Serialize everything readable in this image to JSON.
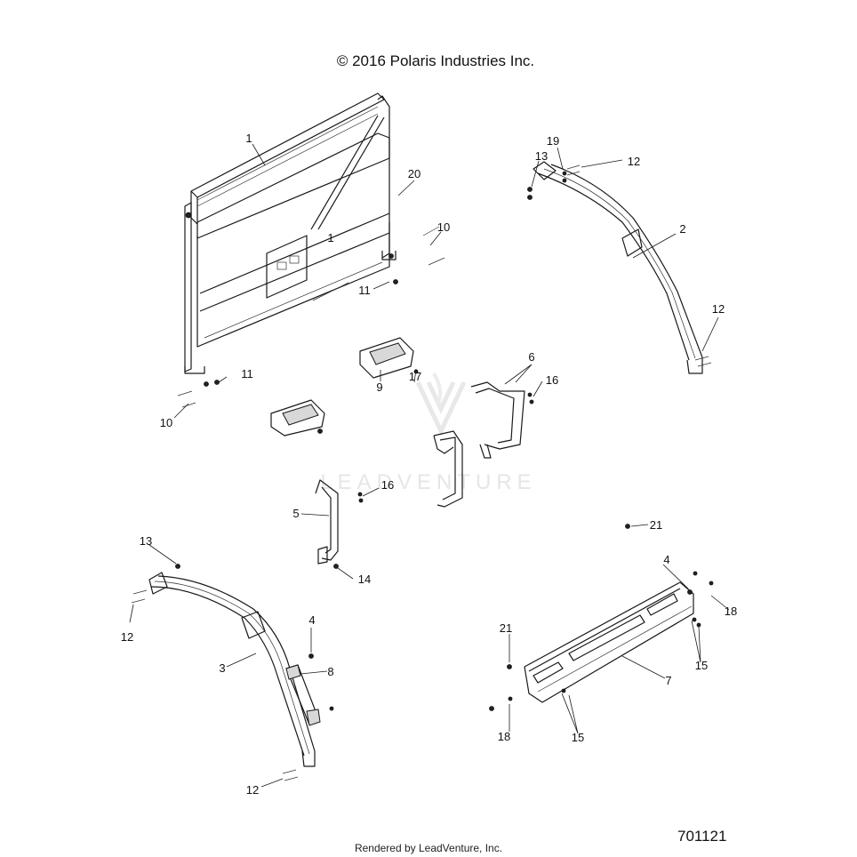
{
  "header": {
    "copyright": "© 2016 Polaris Industries Inc."
  },
  "footer": {
    "rendered_by": "Rendered by LeadVenture, Inc.",
    "diagram_id": "701121"
  },
  "watermark": {
    "text": "LEADVENTURE"
  },
  "callouts": {
    "c1a": "1",
    "c1b": "1",
    "c2": "2",
    "c3": "3",
    "c4a": "4",
    "c4b": "4",
    "c5": "5",
    "c6": "6",
    "c7": "7",
    "c8": "8",
    "c9": "9",
    "c10a": "10",
    "c10b": "10",
    "c11a": "11",
    "c11b": "11",
    "c12a": "12",
    "c12b": "12",
    "c12c": "12",
    "c12d": "12",
    "c13a": "13",
    "c13b": "13",
    "c14": "14",
    "c15a": "15",
    "c15b": "15",
    "c16a": "16",
    "c16b": "16",
    "c17": "17",
    "c18a": "18",
    "c18b": "18",
    "c19": "19",
    "c20": "20",
    "c21a": "21",
    "c21b": "21"
  },
  "colors": {
    "line": "#1a1a1a",
    "background": "#ffffff",
    "watermark": "#e6e6e6"
  }
}
